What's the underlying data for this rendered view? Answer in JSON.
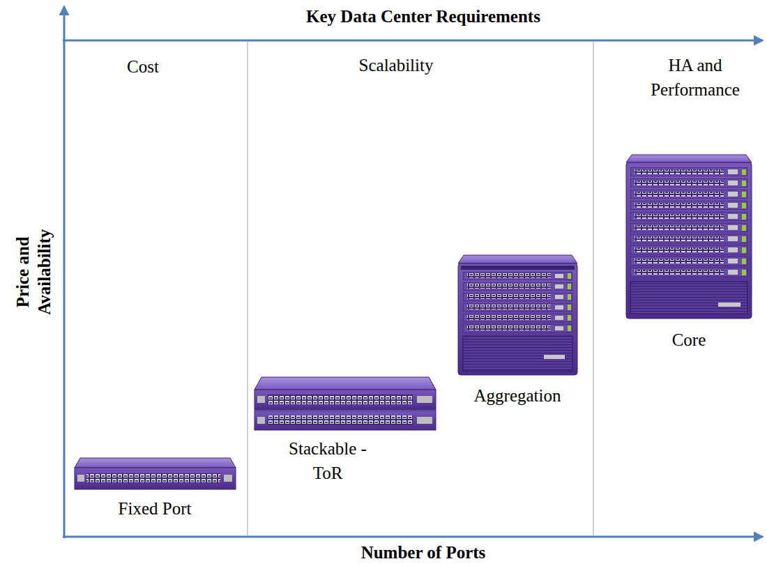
{
  "diagram": {
    "title": "Key Data Center Requirements",
    "nodes": [
      {
        "text": [
          "Cost"
        ]
      },
      {
        "text": [
          "Fixed Port"
        ],
        "in": 0
      },
      {
        "text": [
          "Scalability"
        ]
      },
      {
        "text": [
          "Stackable - ToR"
        ],
        "in": 2
      },
      {
        "text": [
          "Aggregation"
        ],
        "in": 2
      },
      {
        "text": [
          "HA and Performance"
        ]
      },
      {
        "text": [
          "Core"
        ],
        "in": 5
      }
    ],
    "labels": [
      "Price and Availability",
      "Number of Ports"
    ]
  }
}
